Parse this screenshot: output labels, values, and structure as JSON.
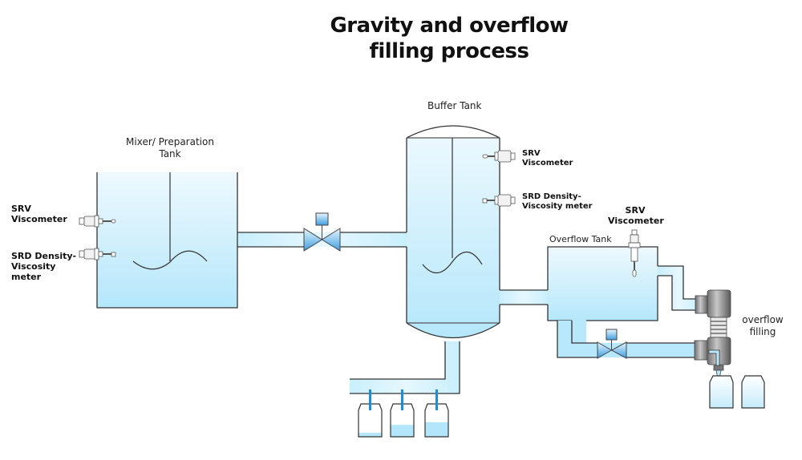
{
  "title": "Gravity and overflow filling process",
  "title_lines": [
    "Gravity and overflow",
    "filling process"
  ],
  "components": {
    "mixer_tank": {
      "label_lines": [
        "Mixer/ Preparation",
        "Tank"
      ]
    },
    "buffer_tank": {
      "label": "Buffer Tank"
    },
    "overflow_tank": {
      "label": "Overflow Tank"
    },
    "overflow_filling": {
      "label_lines": [
        "overflow",
        "filling"
      ]
    }
  },
  "sensors": {
    "mixer_srv": {
      "label_lines": [
        "SRV",
        "Viscometer"
      ]
    },
    "mixer_srd": {
      "label_lines": [
        "SRD Density-",
        "Viscosity",
        "meter"
      ]
    },
    "buffer_srv": {
      "label_lines": [
        "SRV",
        "Viscometer"
      ]
    },
    "buffer_srd": {
      "label_lines": [
        "SRD Density-",
        "Viscosity meter"
      ]
    },
    "overflow_srv": {
      "label_lines": [
        "SRV",
        "Viscometer"
      ]
    }
  },
  "bottles": {
    "gravity_fill_levels": [
      0.15,
      0.45,
      0.55
    ]
  },
  "colors": {
    "liquid": "#b3e6fa",
    "liquid_light": "#e8f7fd",
    "stroke": "#333333",
    "valve_blue": "#4aa3e0",
    "nozzle_blue": "#1f8dd6"
  }
}
